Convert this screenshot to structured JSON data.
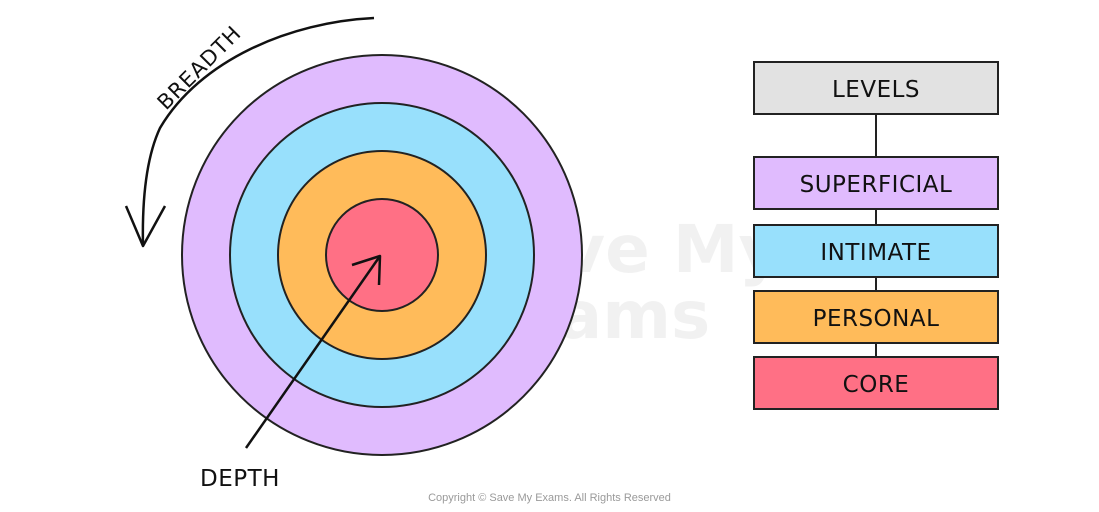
{
  "diagram": {
    "breadth_label": "BREADTH",
    "depth_label": "DEPTH",
    "watermark_line1": "Save My",
    "watermark_line2": "Exams"
  },
  "levels": {
    "title": "LEVELS",
    "items": [
      {
        "label": "SUPERFICIAL",
        "color": "#e0bbfe"
      },
      {
        "label": "INTIMATE",
        "color": "#98e0fc"
      },
      {
        "label": "PERSONAL",
        "color": "#ffbb5a"
      },
      {
        "label": "CORE",
        "color": "#ff7085"
      }
    ],
    "title_color": "#e2e2e2"
  },
  "footer": {
    "copyright": "Copyright © Save My Exams. All Rights Reserved"
  }
}
